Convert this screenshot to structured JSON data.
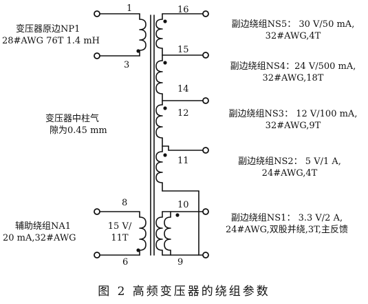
{
  "primary": {
    "line1": "变压器原边NP1",
    "line2": "28#AWG 76T 1.4 mH"
  },
  "air_gap": {
    "line1": "变压器中柱气",
    "line2": "隙为0.45 mm"
  },
  "auxiliary": {
    "line1": "辅助绕组NA1",
    "line2": "20 mA,32#AWG",
    "spec1": "15 V/",
    "spec2": "11T"
  },
  "ns5": {
    "line1": "副边绕组NS5： 30 V/50 mA,",
    "line2": "32#AWG,4T"
  },
  "ns4": {
    "line1": "副边绕组NS4：24 V/500 mA,",
    "line2": "32#AWG,18T"
  },
  "ns3": {
    "line1": "副边绕组NS3： 12 V/100 mA,",
    "line2": "32#AWG,9T"
  },
  "ns2": {
    "line1": "副边绕组NS2： 5 V/1 A,",
    "line2": "24#AWG,4T"
  },
  "ns1": {
    "line1": "副边绕组NS1： 3.3 V/2 A,",
    "line2": "24#AWG,双股并绕,3T,主反馈"
  },
  "pins": {
    "p1": "1",
    "p3": "3",
    "p8": "8",
    "p6": "6",
    "p16": "16",
    "p15": "15",
    "p14": "14",
    "p12": "12",
    "p11": "11",
    "p10": "10",
    "p9": "9"
  },
  "caption": "图 2    高频变压器的绕组参数"
}
